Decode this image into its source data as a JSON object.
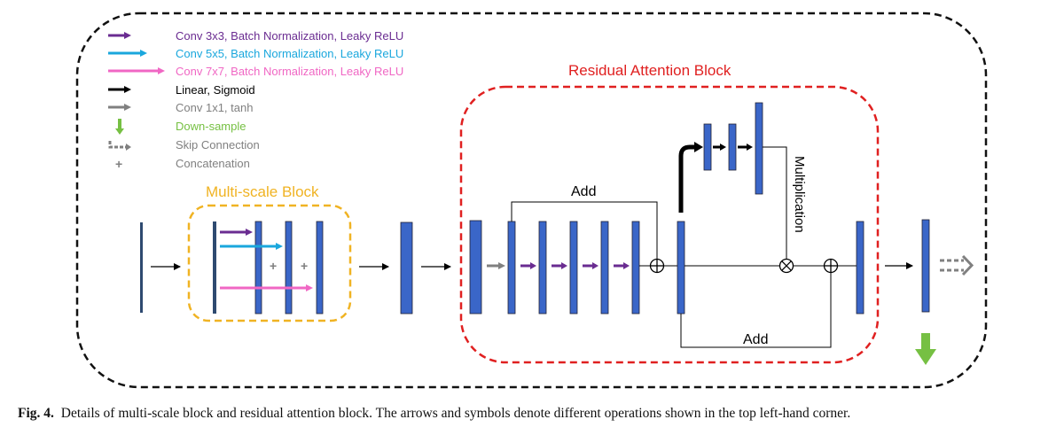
{
  "legend": [
    {
      "label": "Conv 3x3, Batch Normalization, Leaky ReLU",
      "color": "#6a2c91",
      "icon": "arrow-right-icon"
    },
    {
      "label": "Conv 5x5, Batch Normalization, Leaky ReLU",
      "color": "#1aa7dd",
      "icon": "arrow-right-icon"
    },
    {
      "label": "Conv 7x7, Batch Normalization, Leaky ReLU",
      "color": "#f067c4",
      "icon": "arrow-right-icon"
    },
    {
      "label": "Linear, Sigmoid",
      "color": "#000000",
      "icon": "arrow-right-icon"
    },
    {
      "label": "Conv 1x1, tanh",
      "color": "#808080",
      "icon": "arrow-right-icon"
    },
    {
      "label": "Down-sample",
      "color": "#76c043",
      "icon": "arrow-down-icon"
    },
    {
      "label": "Skip Connection",
      "color": "#808080",
      "icon": "dashed-arrow-icon"
    },
    {
      "label": "Concatenation",
      "color": "#808080",
      "icon": "plus-icon"
    }
  ],
  "blocks": {
    "multiscale_title": "Multi-scale Block",
    "residual_title": "Residual Attention Block"
  },
  "operations": {
    "add_top": "Add",
    "add_bottom": "Add",
    "multiplication": "Multiplication",
    "concat_symbol": "+",
    "add_symbol": "⊕",
    "multiply_symbol": "⊗"
  },
  "colors": {
    "outer_border": "#111111",
    "multiscale_border": "#f0b323",
    "residual_border": "#e02020",
    "feature_map": "#3a66c8",
    "feature_map_dark": "#2e4a70"
  },
  "caption": {
    "label": "Fig. 4.",
    "text": "Details of multi-scale block and residual attention block. The arrows and symbols denote different operations shown in the top left-hand corner."
  }
}
